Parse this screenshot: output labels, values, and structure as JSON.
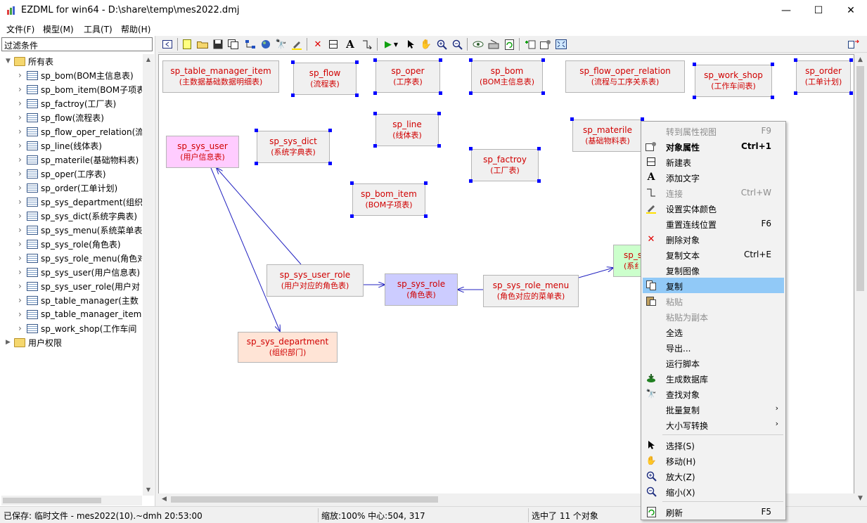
{
  "window": {
    "title": "EZDML for win64 - D:\\share\\temp\\mes2022.dmj",
    "minimize": "—",
    "maximize": "☐",
    "close": "✕"
  },
  "menubar": [
    {
      "label": "文件(F)"
    },
    {
      "label": "模型(M)"
    },
    {
      "label": "工具(T)"
    },
    {
      "label": "帮助(H)"
    }
  ],
  "left_panel": {
    "filter_label": "过滤条件",
    "root_label": "所有表",
    "items": [
      "sp_bom(BOM主信息表)",
      "sp_bom_item(BOM子项表",
      "sp_factroy(工厂表)",
      "sp_flow(流程表)",
      "sp_flow_oper_relation(流",
      "sp_line(线体表)",
      "sp_materile(基础物料表)",
      "sp_oper(工序表)",
      "sp_order(工单计划)",
      "sp_sys_department(组织",
      "sp_sys_dict(系统字典表)",
      "sp_sys_menu(系统菜单表",
      "sp_sys_role(角色表)",
      "sp_sys_role_menu(角色对",
      "sp_sys_user(用户信息表)",
      "sp_sys_user_role(用户对",
      "sp_table_manager(主数",
      "sp_table_manager_item",
      "sp_work_shop(工作车间"
    ],
    "second_root_label": "用户权限"
  },
  "entities": {
    "table_manager_item": {
      "en": "sp_table_manager_item",
      "cn": "(主数据基础数据明细表)"
    },
    "flow": {
      "en": "sp_flow",
      "cn": "(流程表)"
    },
    "oper": {
      "en": "sp_oper",
      "cn": "(工序表)"
    },
    "bom": {
      "en": "sp_bom",
      "cn": "(BOM主信息表)"
    },
    "flow_oper_relation": {
      "en": "sp_flow_oper_relation",
      "cn": "(流程与工序关系表)"
    },
    "work_shop": {
      "en": "sp_work_shop",
      "cn": "(工作车间表)"
    },
    "order": {
      "en": "sp_order",
      "cn": "(工单计划)"
    },
    "line": {
      "en": "sp_line",
      "cn": "(线体表)"
    },
    "materile": {
      "en": "sp_materile",
      "cn": "(基础物料表)"
    },
    "sys_user": {
      "en": "sp_sys_user",
      "cn": "(用户信息表)"
    },
    "sys_dict": {
      "en": "sp_sys_dict",
      "cn": "(系统字典表)"
    },
    "factroy": {
      "en": "sp_factroy",
      "cn": "(工厂表)"
    },
    "bom_item": {
      "en": "sp_bom_item",
      "cn": "(BOM子项表)"
    },
    "sys_user_role": {
      "en": "sp_sys_user_role",
      "cn": "(用户对应的角色表)"
    },
    "sys_role": {
      "en": "sp_sys_role",
      "cn": "(角色表)"
    },
    "sys_role_menu": {
      "en": "sp_sys_role_menu",
      "cn": "(角色对应的菜单表)"
    },
    "sys_department": {
      "en": "sp_sys_department",
      "cn": "(组织部门)"
    },
    "sys_menu_partial": {
      "en": "sp_s",
      "cn": "(系纟"
    }
  },
  "context_menu": {
    "items": [
      {
        "label": "转到属性视图",
        "shortcut": "F9",
        "icon": "none",
        "disabled": true
      },
      {
        "label": "对象属性",
        "shortcut": "Ctrl+1",
        "icon": "properties-icon",
        "bold": true
      },
      {
        "label": "新建表",
        "shortcut": "",
        "icon": "new-table-icon"
      },
      {
        "label": "添加文字",
        "shortcut": "",
        "icon": "text-icon"
      },
      {
        "label": "连接",
        "shortcut": "Ctrl+W",
        "icon": "link-icon",
        "disabled": true
      },
      {
        "label": "设置实体颜色",
        "shortcut": "",
        "icon": "color-pen-icon"
      },
      {
        "label": "重置连线位置",
        "shortcut": "F6",
        "icon": "none"
      },
      {
        "label": "删除对象",
        "shortcut": "",
        "icon": "delete-icon"
      },
      {
        "label": "复制文本",
        "shortcut": "Ctrl+E",
        "icon": "none"
      },
      {
        "label": "复制图像",
        "shortcut": "",
        "icon": "none"
      },
      {
        "label": "复制",
        "shortcut": "",
        "icon": "copy-icon",
        "hover": true
      },
      {
        "label": "粘贴",
        "shortcut": "",
        "icon": "paste-icon",
        "disabled": true
      },
      {
        "label": "粘贴为副本",
        "shortcut": "",
        "icon": "none",
        "disabled": true
      },
      {
        "label": "全选",
        "shortcut": "",
        "icon": "none"
      },
      {
        "label": "导出...",
        "shortcut": "",
        "icon": "none"
      },
      {
        "label": "运行脚本",
        "shortcut": "",
        "icon": "none"
      },
      {
        "label": "生成数据库",
        "shortcut": "",
        "icon": "database-icon"
      },
      {
        "label": "查找对象",
        "shortcut": "",
        "icon": "binoculars-icon"
      },
      {
        "label": "批量复制",
        "shortcut": "",
        "icon": "none",
        "submenu": true
      },
      {
        "label": "大小写转换",
        "shortcut": "",
        "icon": "none",
        "submenu": true
      },
      {
        "label": "选择(S)",
        "shortcut": "",
        "icon": "pointer-icon"
      },
      {
        "label": "移动(H)",
        "shortcut": "",
        "icon": "hand-icon"
      },
      {
        "label": "放大(Z)",
        "shortcut": "",
        "icon": "zoom-in-icon"
      },
      {
        "label": "缩小(X)",
        "shortcut": "",
        "icon": "zoom-out-icon"
      },
      {
        "label": "刷新",
        "shortcut": "F5",
        "icon": "refresh-icon"
      }
    ]
  },
  "status": {
    "saved": "已保存: 临时文件 - mes2022(10).~dmh 20:53:00",
    "zoom": "缩放:100% 中心:504, 317",
    "selection": "选中了 11 个对象"
  },
  "colors": {
    "entity_text": "#d00000",
    "selection_handle": "#0000ff",
    "link_line": "#2020c0",
    "user_fill": "#ffccff",
    "role_fill": "#ccccff",
    "department_fill": "#ffe4d6",
    "menu_fill": "#ccffcc",
    "menu_hover": "#91c9f7"
  }
}
